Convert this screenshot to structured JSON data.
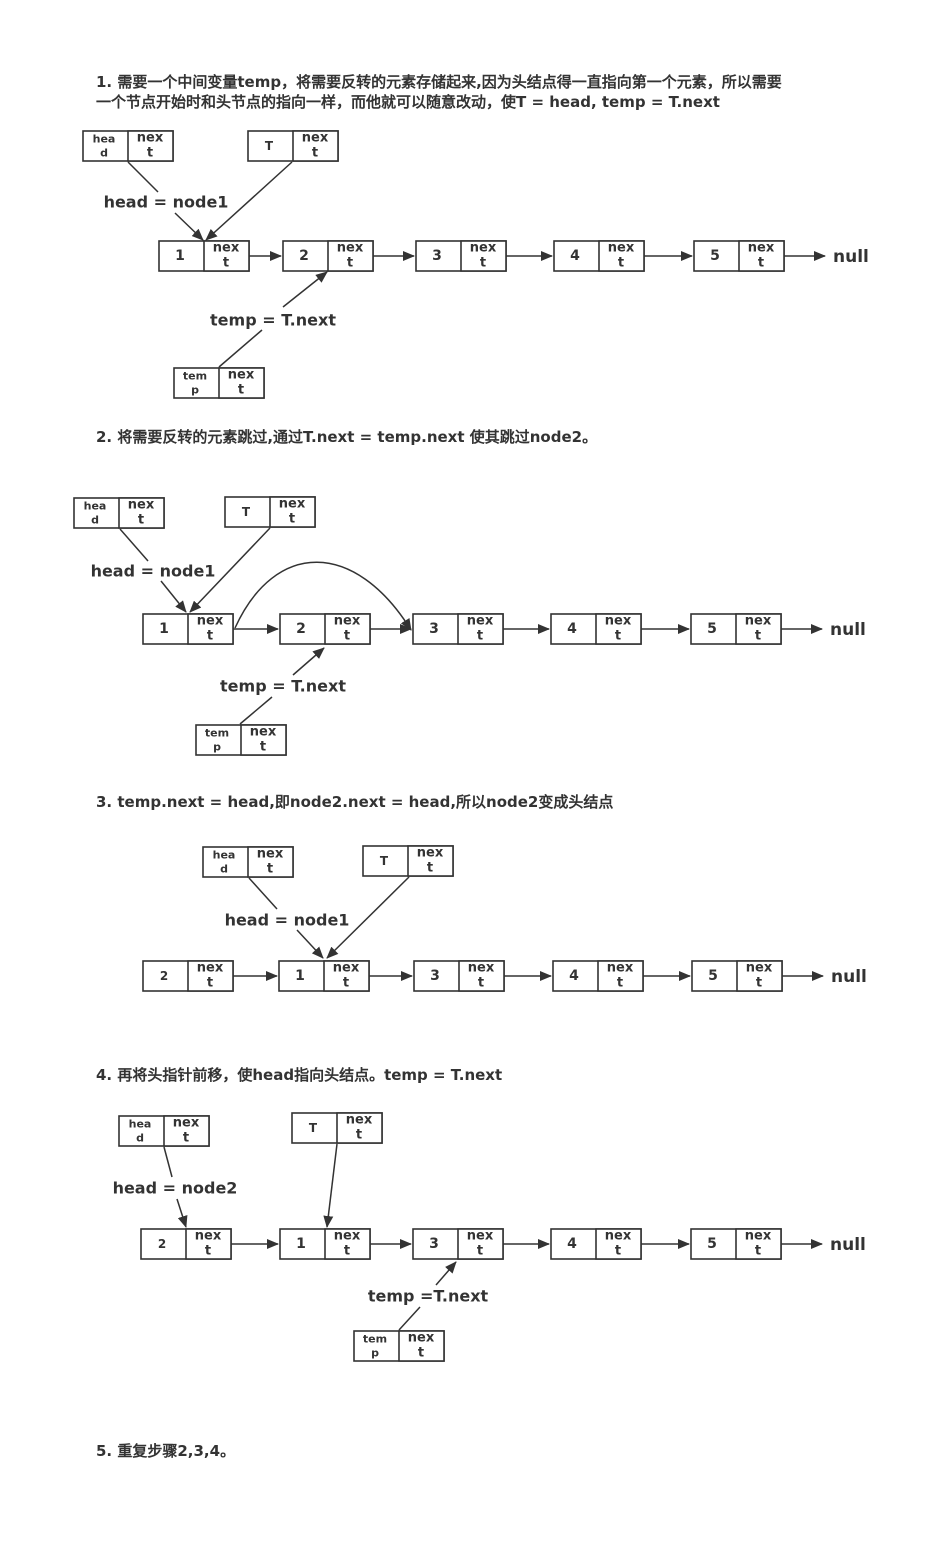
{
  "steps": {
    "step1": "1. 需要一个中间变量temp，将需要反转的元素存储起来,因为头结点得一直指向第一个元素，所以需要\n一个节点开始时和头节点的指向一样，而他就可以随意改动，使T = head, temp = T.next",
    "step2": "2. 将需要反转的元素跳过,通过T.next = temp.next 使其跳过node2。",
    "step3": "3. temp.next = head,即node2.next = head,所以node2变成头结点",
    "step4": "4. 再将头指针前移，使head指向头结点。temp = T.next",
    "step5": "5. 重复步骤2,3,4。"
  },
  "cells": {
    "head_top": "hea",
    "head_bottom": "d",
    "temp_top": "tem",
    "temp_bottom": "p",
    "next_top": "nex",
    "next_bottom": "t",
    "T": "T"
  },
  "labels": {
    "null": "null",
    "head_node1": "head = node1",
    "head_node2": "head = node2",
    "temp_T_next": "temp = T.next",
    "temp_T_next_compact": "temp =T.next"
  },
  "nodes": {
    "n1": "1",
    "n2": "2",
    "n3": "3",
    "n4": "4",
    "n5": "5"
  }
}
